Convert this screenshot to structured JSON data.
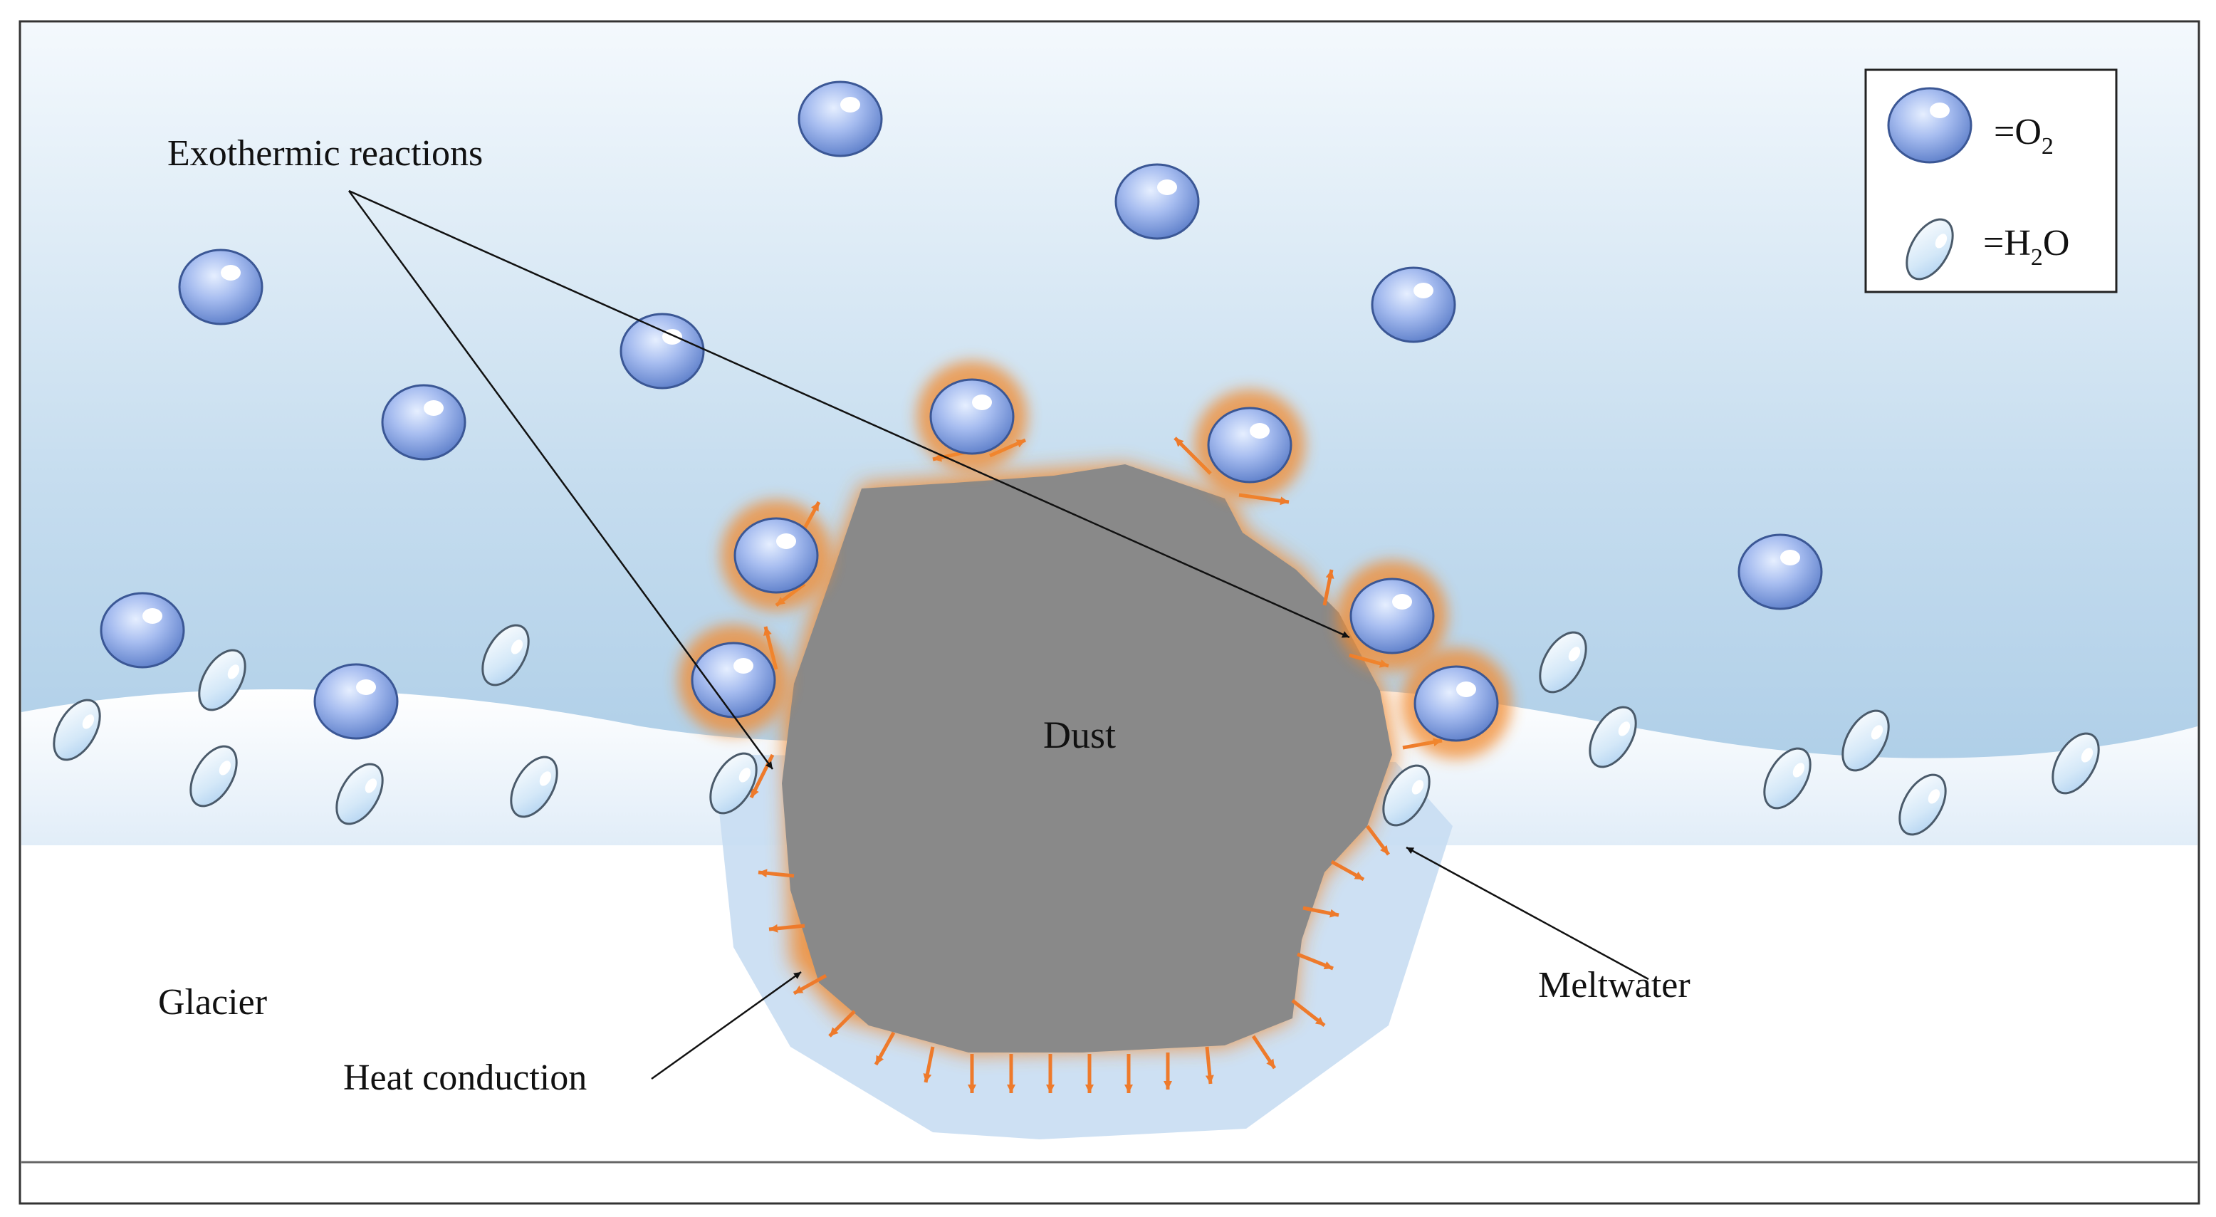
{
  "labels": {
    "exothermic": "Exothermic reactions",
    "dust": "Dust",
    "glacier": "Glacier",
    "heat_conduction": "Heat conduction",
    "meltwater": "Meltwater"
  },
  "legend": {
    "o2": {
      "prefix": "=O",
      "sub": "2",
      "suffix": ""
    },
    "h2o": {
      "prefix": "=H",
      "sub": "2",
      "suffix": "O"
    }
  },
  "icons": {
    "o2": "blue-sphere-icon",
    "h2o": "water-droplet-icon"
  },
  "colors": {
    "sky_top": "#f4f9fd",
    "sky_bottom": "#aecde6",
    "snow": "#ffffff",
    "meltwater": "#c9def2",
    "dust": "#898989",
    "glow": "#f28a2e",
    "arrow": "#ee7a2b",
    "o2_fill": "#8aa6e3",
    "h2o_fill": "#dfeefb"
  }
}
